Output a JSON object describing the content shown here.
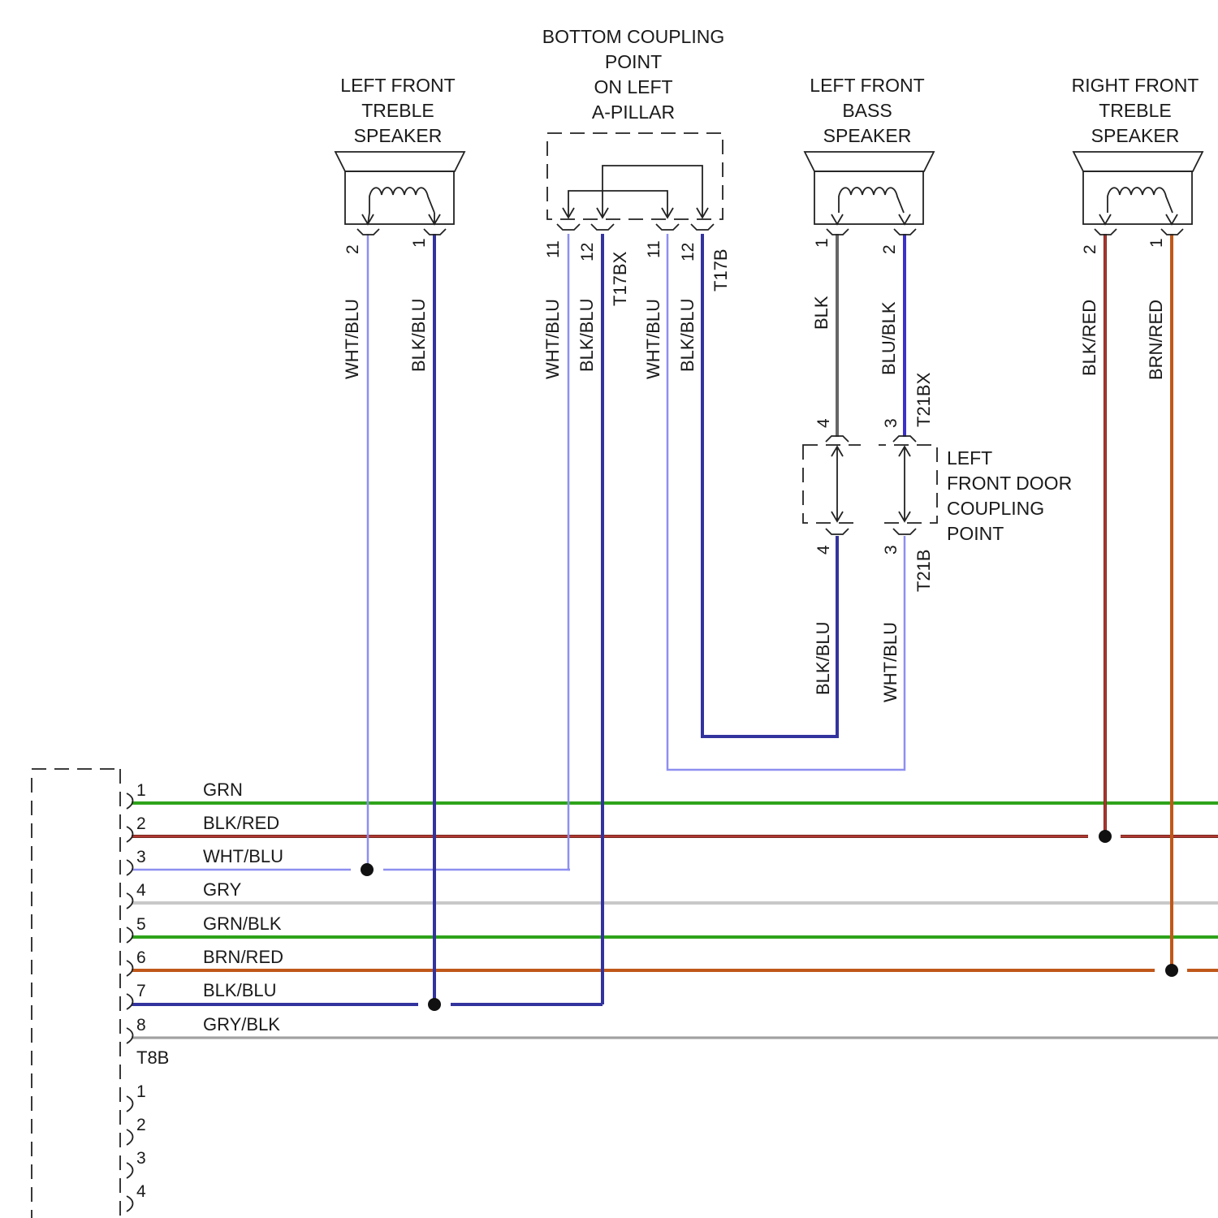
{
  "components": {
    "lf_treble": {
      "title": [
        "LEFT FRONT",
        "TREBLE",
        "SPEAKER"
      ],
      "pins": [
        "2",
        "1"
      ],
      "wires": [
        "WHT/BLU",
        "BLK/BLU"
      ]
    },
    "a_pillar": {
      "title": [
        "BOTTOM COUPLING",
        "POINT",
        "ON LEFT",
        "A-PILLAR"
      ],
      "pins": [
        "11",
        "12",
        "11",
        "12"
      ],
      "connector_x": "T17BX",
      "connector": "T17B",
      "wires": [
        "WHT/BLU",
        "BLK/BLU",
        "WHT/BLU",
        "BLK/BLU"
      ]
    },
    "lf_bass": {
      "title": [
        "LEFT FRONT",
        "BASS",
        "SPEAKER"
      ],
      "pins": [
        "1",
        "2"
      ],
      "wires": [
        "BLK",
        "BLU/BLK"
      ]
    },
    "rf_treble": {
      "title": [
        "RIGHT FRONT",
        "TREBLE",
        "SPEAKER"
      ],
      "pins": [
        "2",
        "1"
      ],
      "wires": [
        "BLK/RED",
        "BRN/RED"
      ]
    },
    "door_coupling": {
      "title": [
        "LEFT",
        "FRONT DOOR",
        "COUPLING",
        "POINT"
      ],
      "top_pins": [
        "4",
        "3"
      ],
      "bottom_pins": [
        "4",
        "3"
      ],
      "connector_x": "T21BX",
      "connector": "T21B",
      "wires": [
        "BLK/BLU",
        "WHT/BLU"
      ]
    }
  },
  "harness": {
    "connector": "T8B",
    "pins": [
      {
        "num": "1",
        "color": "GRN"
      },
      {
        "num": "2",
        "color": "BLK/RED"
      },
      {
        "num": "3",
        "color": "WHT/BLU"
      },
      {
        "num": "4",
        "color": "GRY"
      },
      {
        "num": "5",
        "color": "GRN/BLK"
      },
      {
        "num": "6",
        "color": "BRN/RED"
      },
      {
        "num": "7",
        "color": "BLK/BLU"
      },
      {
        "num": "8",
        "color": "GRY/BLK"
      }
    ],
    "lower_pins": [
      "1",
      "2",
      "3",
      "4"
    ]
  },
  "wire_colors": {
    "GRN": "#2ea31a",
    "BLK/RED": "#7a2a1e",
    "WHT/BLU": "#8e8ff0",
    "GRY": "#c8c8c8",
    "GRN/BLK": "#2ea31a",
    "BRN/RED": "#c0581a",
    "BLK/BLU": "#33339e",
    "GRY/BLK": "#c8c8c8",
    "BLK": "#666666",
    "BLU/BLK": "#3b30c8"
  }
}
